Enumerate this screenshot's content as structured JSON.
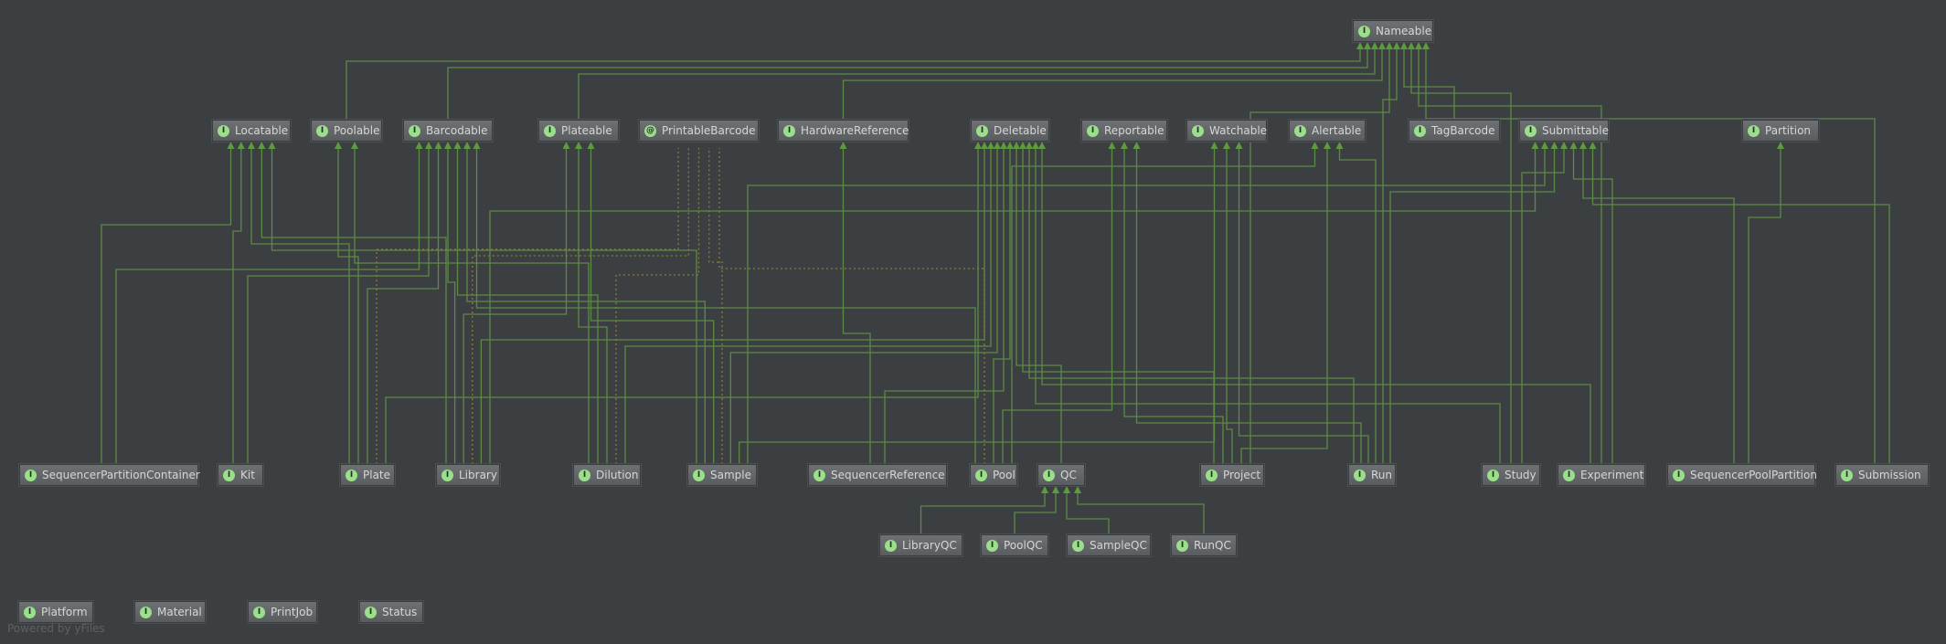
{
  "nodes": [
    {
      "id": "nameable",
      "label": "Nameable",
      "badge": "I"
    },
    {
      "id": "locatable",
      "label": "Locatable",
      "badge": "I"
    },
    {
      "id": "poolable",
      "label": "Poolable",
      "badge": "I"
    },
    {
      "id": "barcodable",
      "label": "Barcodable",
      "badge": "I"
    },
    {
      "id": "plateable",
      "label": "Plateable",
      "badge": "I"
    },
    {
      "id": "printablebarcode",
      "label": "PrintableBarcode",
      "badge": "@"
    },
    {
      "id": "hardwarereference",
      "label": "HardwareReference",
      "badge": "I"
    },
    {
      "id": "deletable",
      "label": "Deletable",
      "badge": "I"
    },
    {
      "id": "reportable",
      "label": "Reportable",
      "badge": "I"
    },
    {
      "id": "watchable",
      "label": "Watchable",
      "badge": "I"
    },
    {
      "id": "alertable",
      "label": "Alertable",
      "badge": "I"
    },
    {
      "id": "tagbarcode",
      "label": "TagBarcode",
      "badge": "I"
    },
    {
      "id": "submittable",
      "label": "Submittable",
      "badge": "I"
    },
    {
      "id": "partition",
      "label": "Partition",
      "badge": "I"
    },
    {
      "id": "sequencerpartitioncontainer",
      "label": "SequencerPartitionContainer",
      "badge": "I"
    },
    {
      "id": "kit",
      "label": "Kit",
      "badge": "I"
    },
    {
      "id": "plate",
      "label": "Plate",
      "badge": "I"
    },
    {
      "id": "library",
      "label": "Library",
      "badge": "I"
    },
    {
      "id": "dilution",
      "label": "Dilution",
      "badge": "I"
    },
    {
      "id": "sample",
      "label": "Sample",
      "badge": "I"
    },
    {
      "id": "sequencerreference",
      "label": "SequencerReference",
      "badge": "I"
    },
    {
      "id": "pool",
      "label": "Pool",
      "badge": "I"
    },
    {
      "id": "qc",
      "label": "QC",
      "badge": "I"
    },
    {
      "id": "project",
      "label": "Project",
      "badge": "I"
    },
    {
      "id": "run",
      "label": "Run",
      "badge": "I"
    },
    {
      "id": "study",
      "label": "Study",
      "badge": "I"
    },
    {
      "id": "experiment",
      "label": "Experiment",
      "badge": "I"
    },
    {
      "id": "sequencerpoolpartition",
      "label": "SequencerPoolPartition",
      "badge": "I"
    },
    {
      "id": "submission",
      "label": "Submission",
      "badge": "I"
    },
    {
      "id": "libraryqc",
      "label": "LibraryQC",
      "badge": "I"
    },
    {
      "id": "poolqc",
      "label": "PoolQC",
      "badge": "I"
    },
    {
      "id": "sampleqc",
      "label": "SampleQC",
      "badge": "I"
    },
    {
      "id": "runqc",
      "label": "RunQC",
      "badge": "I"
    },
    {
      "id": "platform",
      "label": "Platform",
      "badge": "I"
    },
    {
      "id": "material",
      "label": "Material",
      "badge": "I"
    },
    {
      "id": "printjob",
      "label": "PrintJob",
      "badge": "I"
    },
    {
      "id": "status",
      "label": "Status",
      "badge": "I"
    }
  ],
  "edges": [
    [
      "poolable",
      "nameable"
    ],
    [
      "barcodable",
      "nameable"
    ],
    [
      "plateable",
      "nameable"
    ],
    [
      "hardwarereference",
      "nameable"
    ],
    [
      "tagbarcode",
      "nameable"
    ],
    [
      "study",
      "nameable"
    ],
    [
      "run",
      "nameable"
    ],
    [
      "experiment",
      "nameable"
    ],
    [
      "project",
      "nameable"
    ],
    [
      "submission",
      "nameable"
    ],
    [
      "sequencerpartitioncontainer",
      "locatable"
    ],
    [
      "kit",
      "locatable"
    ],
    [
      "library",
      "locatable"
    ],
    [
      "plate",
      "locatable"
    ],
    [
      "sample",
      "locatable"
    ],
    [
      "plate",
      "poolable"
    ],
    [
      "dilution",
      "poolable"
    ],
    [
      "sequencerpartitioncontainer",
      "barcodable"
    ],
    [
      "kit",
      "barcodable"
    ],
    [
      "library",
      "barcodable"
    ],
    [
      "plate",
      "barcodable"
    ],
    [
      "dilution",
      "barcodable"
    ],
    [
      "sample",
      "barcodable"
    ],
    [
      "pool",
      "barcodable"
    ],
    [
      "library",
      "plateable"
    ],
    [
      "sample",
      "plateable"
    ],
    [
      "dilution",
      "plateable"
    ],
    [
      "sequencerreference",
      "hardwarereference"
    ],
    [
      "library",
      "deletable"
    ],
    [
      "dilution",
      "deletable"
    ],
    [
      "sample",
      "deletable"
    ],
    [
      "pool",
      "deletable"
    ],
    [
      "qc",
      "deletable"
    ],
    [
      "project",
      "deletable"
    ],
    [
      "run",
      "deletable"
    ],
    [
      "experiment",
      "deletable"
    ],
    [
      "sequencerreference",
      "deletable"
    ],
    [
      "plate",
      "deletable"
    ],
    [
      "study",
      "deletable"
    ],
    [
      "pool",
      "reportable"
    ],
    [
      "project",
      "reportable"
    ],
    [
      "run",
      "reportable"
    ],
    [
      "project",
      "watchable"
    ],
    [
      "run",
      "watchable"
    ],
    [
      "sample",
      "watchable"
    ],
    [
      "project",
      "alertable"
    ],
    [
      "run",
      "alertable"
    ],
    [
      "pool",
      "alertable"
    ],
    [
      "study",
      "submittable"
    ],
    [
      "experiment",
      "submittable"
    ],
    [
      "sample",
      "submittable"
    ],
    [
      "run",
      "submittable"
    ],
    [
      "sequencerpoolpartition",
      "submittable"
    ],
    [
      "submission",
      "submittable"
    ],
    [
      "library",
      "submittable"
    ],
    [
      "sequencerpoolpartition",
      "partition"
    ],
    [
      "libraryqc",
      "qc"
    ],
    [
      "poolqc",
      "qc"
    ],
    [
      "sampleqc",
      "qc"
    ],
    [
      "runqc",
      "qc"
    ]
  ],
  "dotted_edges": [
    [
      "plate",
      "printablebarcode"
    ],
    [
      "library",
      "printablebarcode"
    ],
    [
      "sample",
      "printablebarcode"
    ],
    [
      "pool",
      "printablebarcode"
    ],
    [
      "dilution",
      "printablebarcode"
    ]
  ],
  "colors": {
    "background": "#3c3f41",
    "edge": "#5c8a45",
    "arrow": "#5c9c3c",
    "badge": "#9ae08a"
  },
  "footer": "Powered by yFiles"
}
